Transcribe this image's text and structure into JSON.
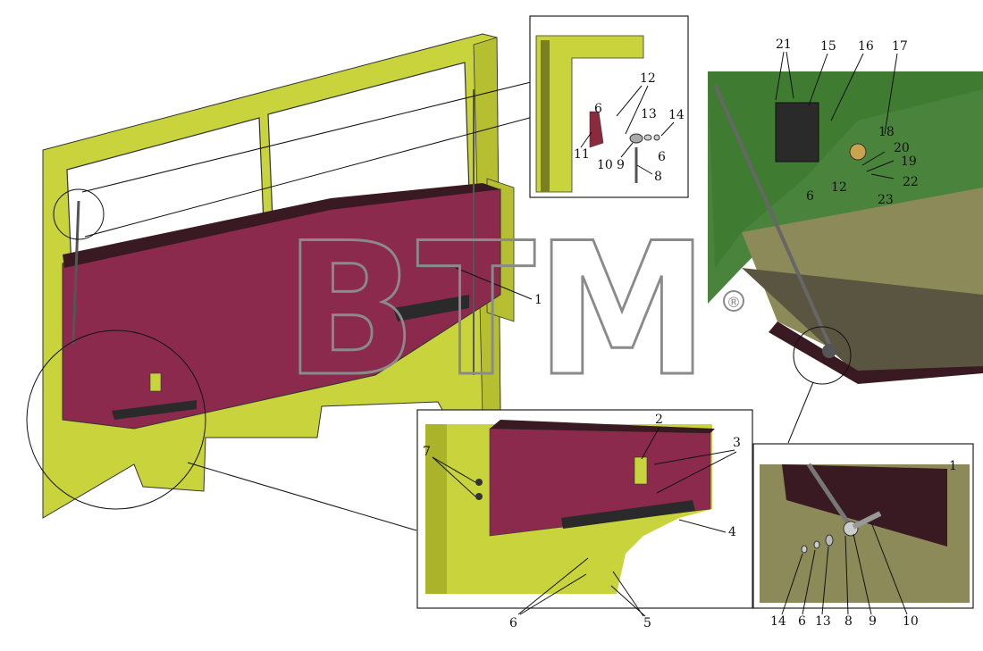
{
  "watermark": {
    "text": "BTM",
    "mark": "®"
  },
  "colors": {
    "body": "#c9d43c",
    "panel": "#8c2a4e",
    "panel_dark": "#3a1a22",
    "green": "#3f7c32",
    "olive": "#8c8a58",
    "line": "#111111"
  },
  "callouts": {
    "main": [
      "1"
    ],
    "hinge_detail": [
      "12",
      "6",
      "13",
      "14",
      "11",
      "10",
      "9",
      "6",
      "8"
    ],
    "bracket_detail": [
      "21",
      "15",
      "16",
      "17",
      "18",
      "20",
      "19",
      "22",
      "23",
      "6",
      "12"
    ],
    "panel_detail": [
      "2",
      "3",
      "7",
      "4",
      "6",
      "5"
    ],
    "rod_detail": [
      "1",
      "14",
      "6",
      "13",
      "8",
      "9",
      "10"
    ]
  }
}
